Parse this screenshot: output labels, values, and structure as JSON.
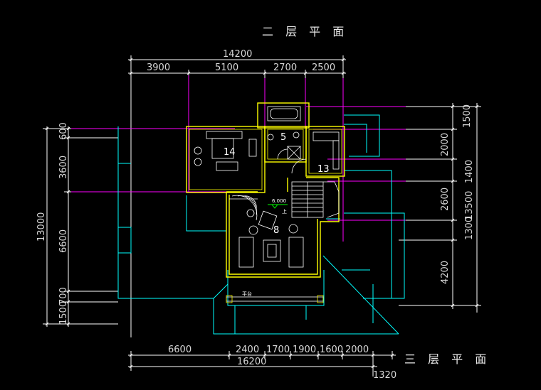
{
  "titles": {
    "top": "二 层 平 面",
    "bottom": "三 层 平 面"
  },
  "dims": {
    "top_total": "14200",
    "top_segments": [
      "3900",
      "5100",
      "2700",
      "2500"
    ],
    "bottom_segments": [
      "6600",
      "2400",
      "1700",
      "1900",
      "1600",
      "2000"
    ],
    "bottom_total": "16200",
    "bottom_extra": "1320",
    "left_total": "13000",
    "left_segments": [
      "600",
      "3600",
      "6600",
      "700",
      "1500"
    ],
    "right_segments": [
      "1500",
      "2000",
      "1400",
      "2600",
      "1300",
      "4200"
    ],
    "right_total": "13500"
  },
  "rooms": {
    "r14": "14",
    "r5": "5",
    "r13": "13",
    "r8": "8"
  },
  "annotations": {
    "level": "6.000",
    "stair_label": "上",
    "balcony_label": "平台"
  },
  "colors": {
    "background": "#000000",
    "wall": "#ffff00",
    "outline": "#00ffff",
    "axis": "#ff00ff",
    "dimension": "#ffffff",
    "furniture": "#ffffff",
    "level_mark": "#00ff00"
  }
}
